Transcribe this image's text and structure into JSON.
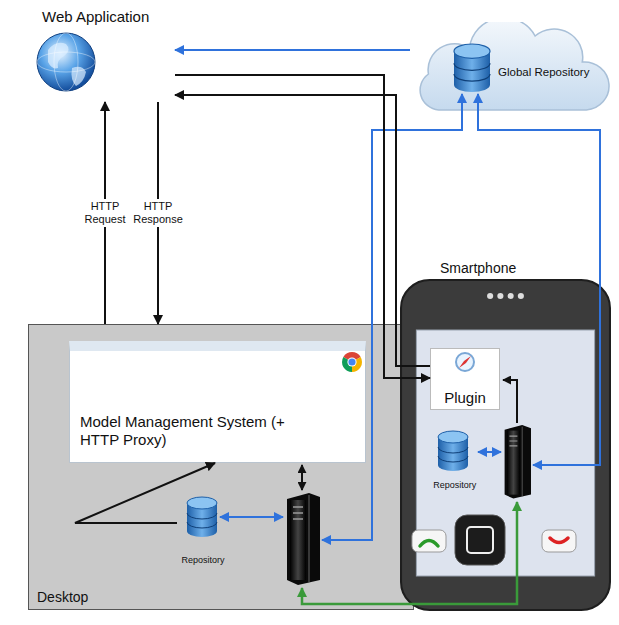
{
  "diagram": {
    "nodes": [
      {
        "text": [
          "Web Application"
        ]
      },
      {
        "text": [
          "Global Repository"
        ]
      },
      {
        "text": [
          "Desktop"
        ]
      },
      {
        "text": [
          "Model Management System (+ HTTP Proxy)"
        ],
        "in": 2
      },
      {
        "text": [
          "Repository"
        ],
        "in": 2
      },
      {
        "text": [
          "Smartphone"
        ]
      },
      {
        "text": [
          "Plugin"
        ],
        "in": 5
      },
      {
        "text": [
          "Repository"
        ],
        "in": 5
      }
    ],
    "edges": [
      {
        "from": 2,
        "to": 0,
        "label": "HTTP Request",
        "arrow": "to"
      },
      {
        "from": 0,
        "to": 2,
        "label": "HTTP Response",
        "arrow": "to"
      },
      {
        "from": 1,
        "to": 0,
        "arrow": "to"
      },
      {
        "from": 0,
        "to": 6,
        "arrow": "to"
      },
      {
        "from": 6,
        "to": 0,
        "arrow": "to"
      },
      {
        "from": 4,
        "to": 3,
        "arrow": "to"
      }
    ]
  }
}
